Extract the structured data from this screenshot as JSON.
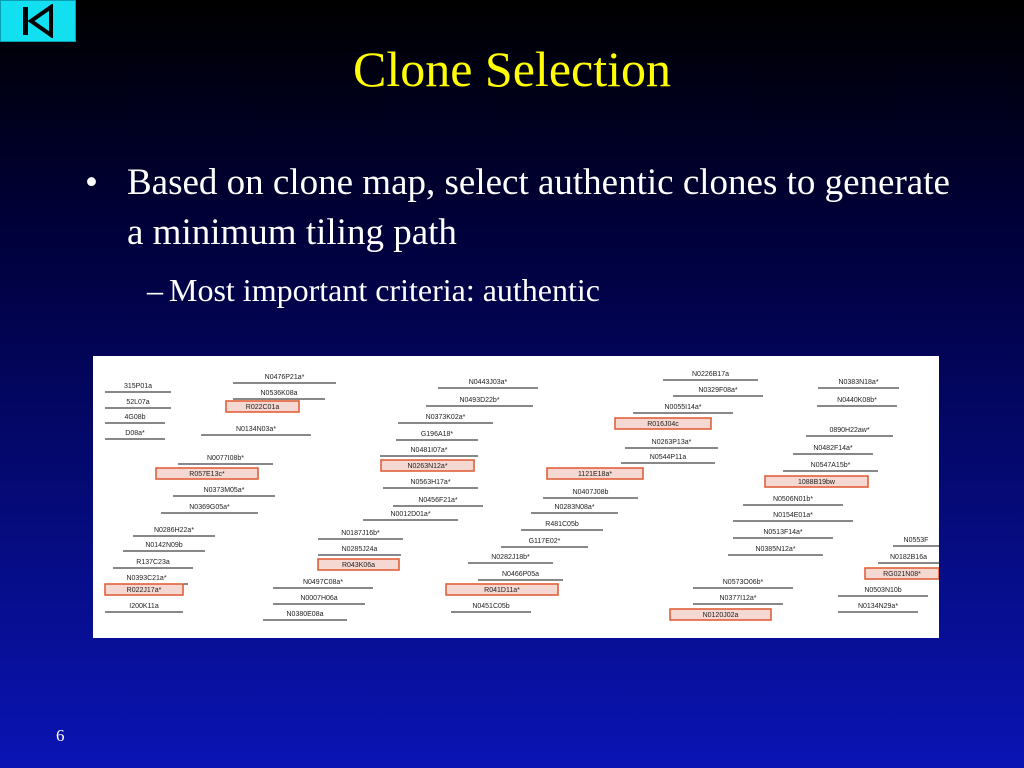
{
  "nav": {
    "icon": "first-slide-icon"
  },
  "slide": {
    "title": "Clone Selection",
    "bullet_1": "Based on clone map, select authentic clones to generate a minimum tiling path",
    "bullet_1_marker": "•",
    "bullet_2": "Most important criteria: authentic",
    "bullet_2_marker": "–",
    "page_number": "6"
  },
  "colors": {
    "title": "#ffff00",
    "text": "#ffffff",
    "nav_button": "#12e0f0",
    "highlight_stroke": "#e0603a",
    "highlight_fill": "#f6d8d2"
  },
  "clone_map": {
    "clones": [
      {
        "name": "315P01a",
        "hl": false
      },
      {
        "name": "52L07a",
        "hl": false
      },
      {
        "name": "4G08b",
        "hl": false
      },
      {
        "name": "D08a*",
        "hl": false
      },
      {
        "name": "N0476P21a*",
        "hl": false
      },
      {
        "name": "N0536K08a",
        "hl": false
      },
      {
        "name": "R022C01a",
        "hl": true
      },
      {
        "name": "N0134N03a*",
        "hl": false
      },
      {
        "name": "N0077I08b*",
        "hl": false
      },
      {
        "name": "R057E13c*",
        "hl": true
      },
      {
        "name": "N0373M05a*",
        "hl": false
      },
      {
        "name": "N0369G05a*",
        "hl": false
      },
      {
        "name": "N0286H22a*",
        "hl": false
      },
      {
        "name": "N0142N09b",
        "hl": false
      },
      {
        "name": "R137C23a",
        "hl": false
      },
      {
        "name": "N0393C21a*",
        "hl": false
      },
      {
        "name": "R022J17a*",
        "hl": true
      },
      {
        "name": "I200K11a",
        "hl": false
      },
      {
        "name": "N0443J03a*",
        "hl": false
      },
      {
        "name": "N0493D22b*",
        "hl": false
      },
      {
        "name": "N0373K02a*",
        "hl": false
      },
      {
        "name": "G196A18*",
        "hl": false
      },
      {
        "name": "N0481I07a*",
        "hl": false
      },
      {
        "name": "N0263N12a*",
        "hl": true
      },
      {
        "name": "N0563H17a*",
        "hl": false
      },
      {
        "name": "N0456F21a*",
        "hl": false
      },
      {
        "name": "N0012D01a*",
        "hl": false
      },
      {
        "name": "N0187J16b*",
        "hl": false
      },
      {
        "name": "N0285J24a",
        "hl": false
      },
      {
        "name": "R043K06a",
        "hl": true
      },
      {
        "name": "N0497C08a*",
        "hl": false
      },
      {
        "name": "N0007H06a",
        "hl": false
      },
      {
        "name": "N0380E08a",
        "hl": false
      },
      {
        "name": "1121E18a*",
        "hl": true
      },
      {
        "name": "N0407J08b",
        "hl": false
      },
      {
        "name": "N0283N08a*",
        "hl": false
      },
      {
        "name": "R481C05b",
        "hl": false
      },
      {
        "name": "G117E02*",
        "hl": false
      },
      {
        "name": "N0282J18b*",
        "hl": false
      },
      {
        "name": "N0466P05a",
        "hl": false
      },
      {
        "name": "R041D11a*",
        "hl": true
      },
      {
        "name": "N0451C05b",
        "hl": false
      },
      {
        "name": "N0226B17a",
        "hl": false
      },
      {
        "name": "N0329F08a*",
        "hl": false
      },
      {
        "name": "N0055I14a*",
        "hl": false
      },
      {
        "name": "R016J04c",
        "hl": true
      },
      {
        "name": "N0263P13a*",
        "hl": false
      },
      {
        "name": "N0544P11a",
        "hl": false
      },
      {
        "name": "N0573O06b*",
        "hl": false
      },
      {
        "name": "N0377I12a*",
        "hl": false
      },
      {
        "name": "N0120J02a",
        "hl": true
      },
      {
        "name": "N0383N18a*",
        "hl": false
      },
      {
        "name": "N0440K08b*",
        "hl": false
      },
      {
        "name": "0890H22aw*",
        "hl": false
      },
      {
        "name": "N0482F14a*",
        "hl": false
      },
      {
        "name": "N0547A15b*",
        "hl": false
      },
      {
        "name": "1088B19bw",
        "hl": true
      },
      {
        "name": "N0506N01b*",
        "hl": false
      },
      {
        "name": "N0154E01a*",
        "hl": false
      },
      {
        "name": "N0513F14a*",
        "hl": false
      },
      {
        "name": "N0385N12a*",
        "hl": false
      },
      {
        "name": "N0553F",
        "hl": false
      },
      {
        "name": "N0182B16a",
        "hl": false
      },
      {
        "name": "RG021N08*",
        "hl": true
      },
      {
        "name": "N0503N10b",
        "hl": false
      },
      {
        "name": "N0134N29a*",
        "hl": false
      }
    ]
  }
}
